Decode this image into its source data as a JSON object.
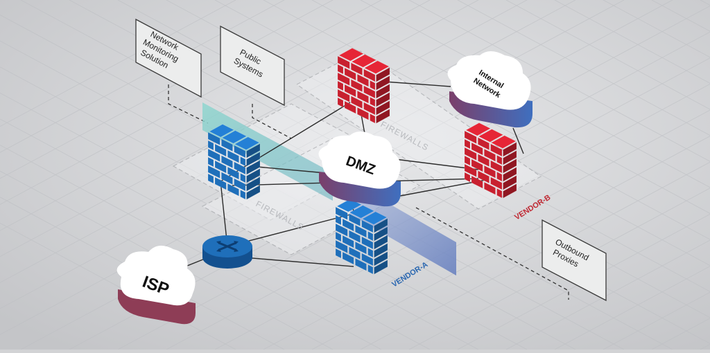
{
  "diagram": {
    "nodes": {
      "isp": "ISP",
      "dmz": "DMZ",
      "internal_network": [
        "Internal",
        "Network"
      ],
      "network_monitoring": [
        "Network",
        "Monitoring",
        "Solution"
      ],
      "public_systems": [
        "Public",
        "Systems"
      ],
      "outbound_proxies": [
        "Outbound",
        "Proxies"
      ]
    },
    "zones": {
      "firewalls_a": "FIREWALLS",
      "firewalls_b": "FIREWALLS",
      "vendor_a": "VENDOR-A",
      "vendor_b": "VENDOR-B"
    },
    "colors": {
      "background": "#d2d3d5",
      "vendor_a_blue": "#1f6fba",
      "vendor_b_red": "#c8202f",
      "router_blue": "#1a64ad",
      "cloud_edge_blue": "#4f67b5",
      "cloud_edge_red": "#9b3a55",
      "teal_band": "#7fc9c4",
      "blue_band": "#7f97c8"
    },
    "icons": {
      "firewall": "brick-wall-icon",
      "router": "router-icon",
      "cloud": "cloud-icon"
    }
  }
}
